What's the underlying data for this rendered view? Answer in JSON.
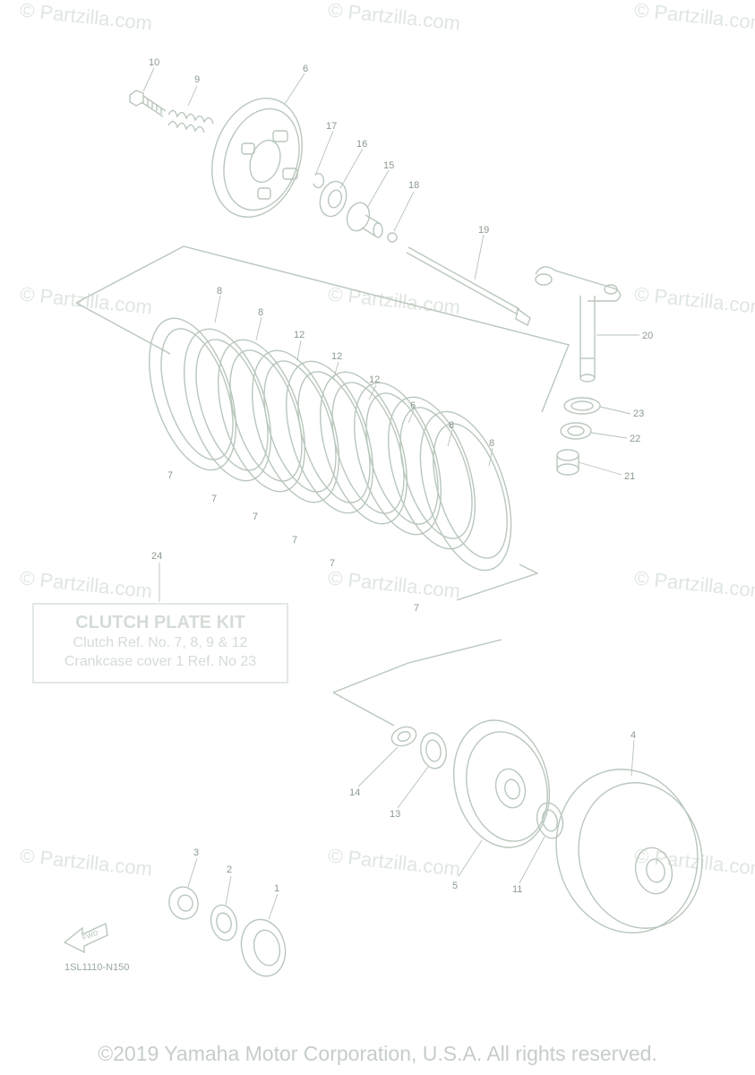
{
  "watermark_text": "© Partzilla.com",
  "callouts": [
    {
      "id": "c10",
      "text": "10"
    },
    {
      "id": "c9",
      "text": "9"
    },
    {
      "id": "c6a",
      "text": "6"
    },
    {
      "id": "c17",
      "text": "17"
    },
    {
      "id": "c16",
      "text": "16"
    },
    {
      "id": "c15",
      "text": "15"
    },
    {
      "id": "c18",
      "text": "18"
    },
    {
      "id": "c19",
      "text": "19"
    },
    {
      "id": "c20",
      "text": "20"
    },
    {
      "id": "c23",
      "text": "23"
    },
    {
      "id": "c22",
      "text": "22"
    },
    {
      "id": "c21",
      "text": "21"
    },
    {
      "id": "c8a",
      "text": "8"
    },
    {
      "id": "c8b",
      "text": "8"
    },
    {
      "id": "c12a",
      "text": "12"
    },
    {
      "id": "c12b",
      "text": "12"
    },
    {
      "id": "c12c",
      "text": "12"
    },
    {
      "id": "c6b",
      "text": "6"
    },
    {
      "id": "c8c",
      "text": "8"
    },
    {
      "id": "c8d",
      "text": "8"
    },
    {
      "id": "c7a",
      "text": "7"
    },
    {
      "id": "c7b",
      "text": "7"
    },
    {
      "id": "c7c",
      "text": "7"
    },
    {
      "id": "c7d",
      "text": "7"
    },
    {
      "id": "c7e",
      "text": "7"
    },
    {
      "id": "c7f",
      "text": "7"
    },
    {
      "id": "c24",
      "text": "24"
    },
    {
      "id": "c4",
      "text": "4"
    },
    {
      "id": "c14",
      "text": "14"
    },
    {
      "id": "c13",
      "text": "13"
    },
    {
      "id": "c5",
      "text": "5"
    },
    {
      "id": "c11",
      "text": "11"
    },
    {
      "id": "c3",
      "text": "3"
    },
    {
      "id": "c2",
      "text": "2"
    },
    {
      "id": "c1",
      "text": "1"
    }
  ],
  "kit_box": {
    "title": "CLUTCH PLATE KIT",
    "line1": "Clutch Ref. No. 7, 8, 9 & 12",
    "line2": "Crankcase cover 1 Ref. No 23"
  },
  "fwd_label": "FWD",
  "diagram_code": "1SL1110-N150",
  "copyright": "©2019 Yamaha Motor Corporation, U.S.A. All rights reserved.",
  "colors": {
    "line": "#b9c7bc",
    "leader": "#b5c2b8",
    "watermark": "#dfe6e1",
    "kit_text": "#d5dcd7"
  }
}
